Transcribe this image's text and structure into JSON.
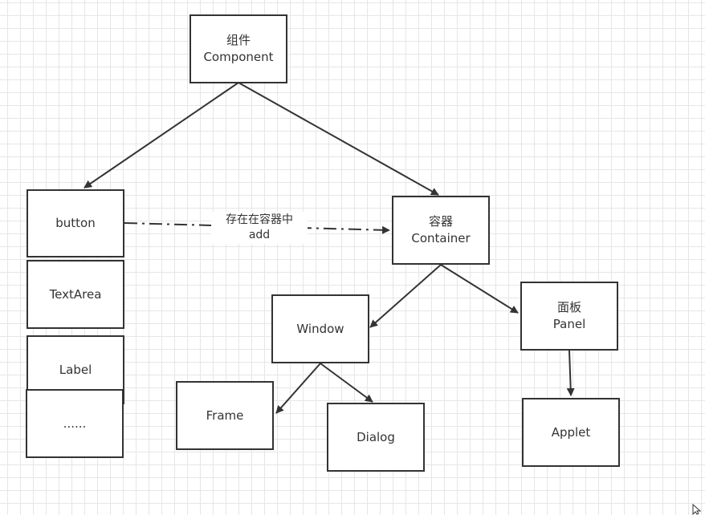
{
  "nodes": {
    "component": {
      "line1": "组件",
      "line2": "Component"
    },
    "button": {
      "label": "button"
    },
    "textarea": {
      "label": "TextArea"
    },
    "label": {
      "label": "Label"
    },
    "ellipsis": {
      "label": "......"
    },
    "container": {
      "line1": "容器",
      "line2": "Container"
    },
    "window": {
      "label": "Window"
    },
    "panel": {
      "line1": "面板",
      "line2": "Panel"
    },
    "frame": {
      "label": "Frame"
    },
    "dialog": {
      "label": "Dialog"
    },
    "applet": {
      "label": "Applet"
    }
  },
  "edge_labels": {
    "button_to_container": {
      "line1": "存在在容器中",
      "line2": "add"
    }
  },
  "colors": {
    "stroke": "#333333",
    "grid": "#e6e6e6",
    "background": "#ffffff"
  },
  "icons": [
    "arrow-head",
    "cursor-icon"
  ]
}
